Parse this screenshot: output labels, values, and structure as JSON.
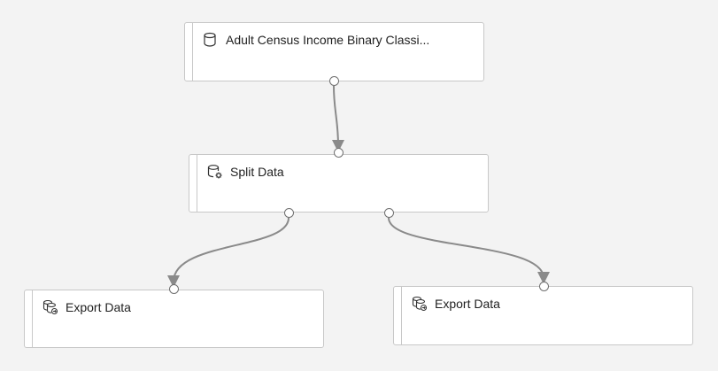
{
  "pipeline": {
    "nodes": [
      {
        "id": "dataset",
        "title": "Adult Census Income Binary Classi...",
        "icon": "dataset-cylinder-icon"
      },
      {
        "id": "split",
        "title": "Split Data",
        "icon": "split-data-gear-icon"
      },
      {
        "id": "export1",
        "title": "Export Data",
        "icon": "export-data-icon"
      },
      {
        "id": "export2",
        "title": "Export Data",
        "icon": "export-data-icon"
      }
    ],
    "edges": [
      {
        "from": "dataset",
        "to": "split"
      },
      {
        "from": "split",
        "to": "export1"
      },
      {
        "from": "split",
        "to": "export2"
      }
    ]
  },
  "colors": {
    "canvas": "#f3f3f3",
    "node_border": "#c8c8c8",
    "edge": "#8a8a8a",
    "port_border": "#707070"
  }
}
